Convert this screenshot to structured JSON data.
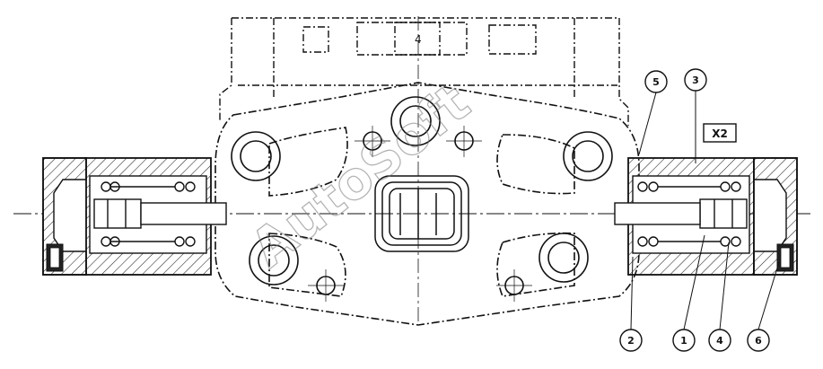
{
  "view_label": "X2",
  "watermark": "AutoSoft",
  "callouts": {
    "c1": "1",
    "c2": "2",
    "c3": "3",
    "c4": "4",
    "c5": "5",
    "c6": "6"
  },
  "colors": {
    "line": "#111111",
    "hatch": "#222222",
    "watermark": "#777777"
  }
}
